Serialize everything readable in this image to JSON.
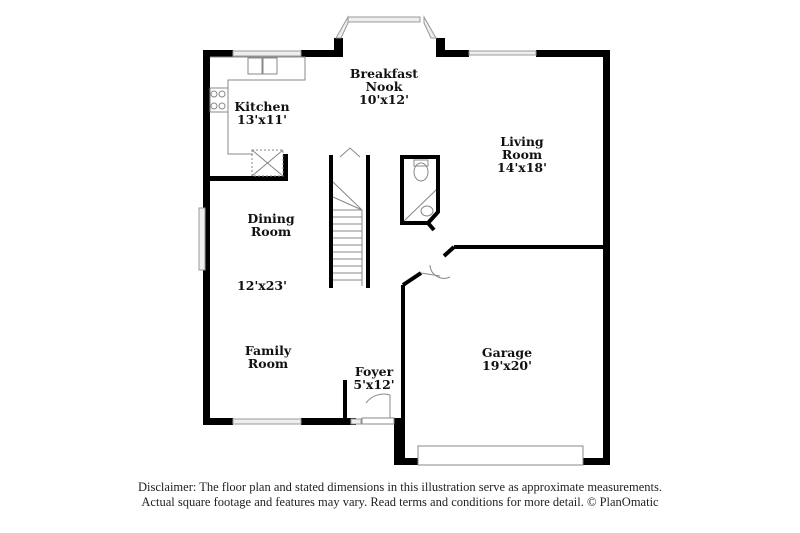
{
  "rooms": {
    "breakfast_nook": {
      "name_line1": "Breakfast",
      "name_line2": "Nook",
      "dim": "10'x12'"
    },
    "kitchen": {
      "name_line1": "Kitchen",
      "dim": "13'x11'"
    },
    "living_room": {
      "name_line1": "Living",
      "name_line2": "Room",
      "dim": "14'x18'"
    },
    "dining_room": {
      "name_line1": "Dining",
      "name_line2": "Room",
      "dim": "12'x23'"
    },
    "family_room": {
      "name_line1": "Family",
      "name_line2": "Room"
    },
    "foyer": {
      "name_line1": "Foyer",
      "dim": "5'x12'"
    },
    "garage": {
      "name_line1": "Garage",
      "dim": "19'x20'"
    }
  },
  "disclaimer": {
    "line1": "Disclaimer: The floor plan and stated dimensions in this illustration serve as approximate measurements.",
    "line2": "Actual square footage and features may vary. Read terms and conditions for more detail. © PlanOmatic"
  },
  "colors": {
    "wall": "#000000",
    "fixture": "#888888",
    "window": "#cccccc"
  }
}
